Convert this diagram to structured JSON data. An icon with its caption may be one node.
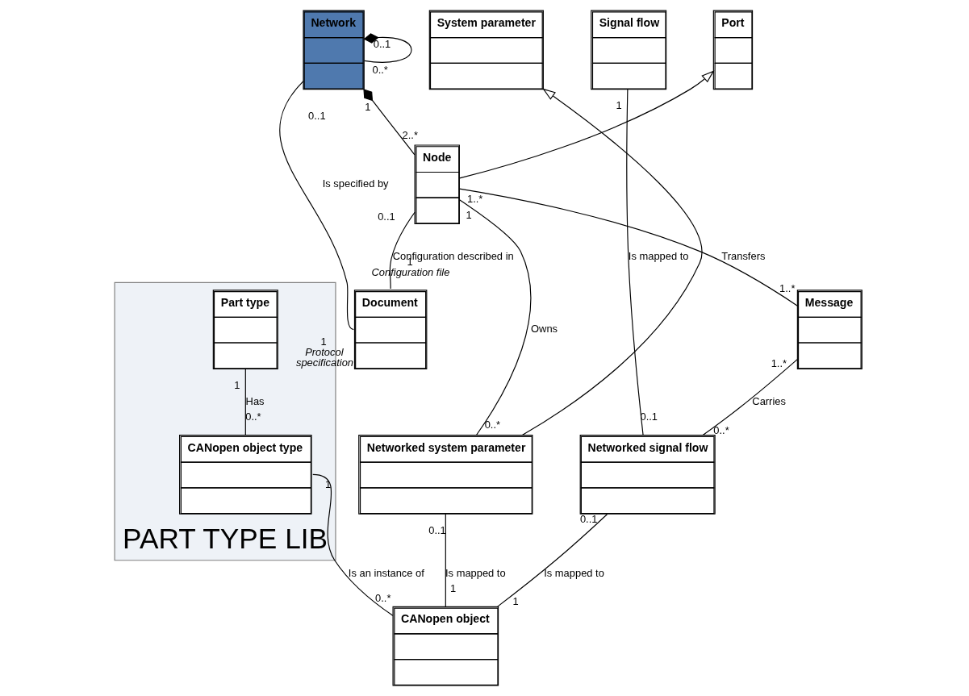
{
  "diagram": {
    "nodes": [
      {
        "text": [
          "Network"
        ]
      },
      {
        "text": [
          "Port"
        ]
      },
      {
        "text": [
          "Signal flow"
        ]
      },
      {
        "text": [
          "System parameter"
        ]
      },
      {
        "text": [
          "Node"
        ]
      },
      {
        "text": [
          "Message"
        ]
      },
      {
        "text": [
          "Document"
        ]
      },
      {
        "text": [
          "PART TYPE LIB"
        ]
      },
      {
        "text": [
          "Part type"
        ],
        "in": 7
      },
      {
        "text": [
          "CANopen object type"
        ],
        "in": 7
      },
      {
        "text": [
          "Networked signal flow"
        ]
      },
      {
        "text": [
          "Networked system parameter"
        ]
      },
      {
        "text": [
          "CANopen object"
        ]
      }
    ],
    "edges": [
      {
        "from": 0,
        "to": 0,
        "arrow": "other"
      },
      {
        "from": 0,
        "to": 4,
        "arrow": "other"
      },
      {
        "from": 0,
        "to": 6,
        "arrow": "none",
        "label": "Is specified by"
      },
      {
        "from": 4,
        "to": 1,
        "arrow": "to"
      },
      {
        "from": 4,
        "to": 11,
        "arrow": "none",
        "label": "Owns"
      },
      {
        "from": 4,
        "to": 6,
        "arrow": "none",
        "label": "Configuration described in"
      },
      {
        "from": 4,
        "to": 5,
        "arrow": "none",
        "label": "Transfers"
      },
      {
        "from": 2,
        "to": 10,
        "arrow": "none",
        "label": "Is mapped to"
      },
      {
        "from": 11,
        "to": 3,
        "arrow": "to"
      },
      {
        "from": 5,
        "to": 10,
        "arrow": "none",
        "label": "Carries"
      },
      {
        "from": 8,
        "to": 9,
        "arrow": "none",
        "label": "Has"
      },
      {
        "from": 10,
        "to": 12,
        "arrow": "none",
        "label": "Is mapped to"
      },
      {
        "from": 9,
        "to": 12,
        "arrow": "none",
        "label": "Is an instance of"
      },
      {
        "from": 11,
        "to": 12,
        "arrow": "none",
        "label": "Is mapped to"
      }
    ],
    "labels": [
      "0..1",
      "0..*",
      "1",
      "0..1",
      "1",
      "2..*",
      "1",
      "0..1",
      "1..*",
      "1..*",
      "1",
      "Configuration file",
      "1",
      "Protocol specification",
      "1..*",
      "0..*",
      "0..*",
      "1",
      "0..*",
      "0..1",
      "0..1",
      "0..1",
      "1",
      "1",
      "0..*",
      "1"
    ]
  }
}
